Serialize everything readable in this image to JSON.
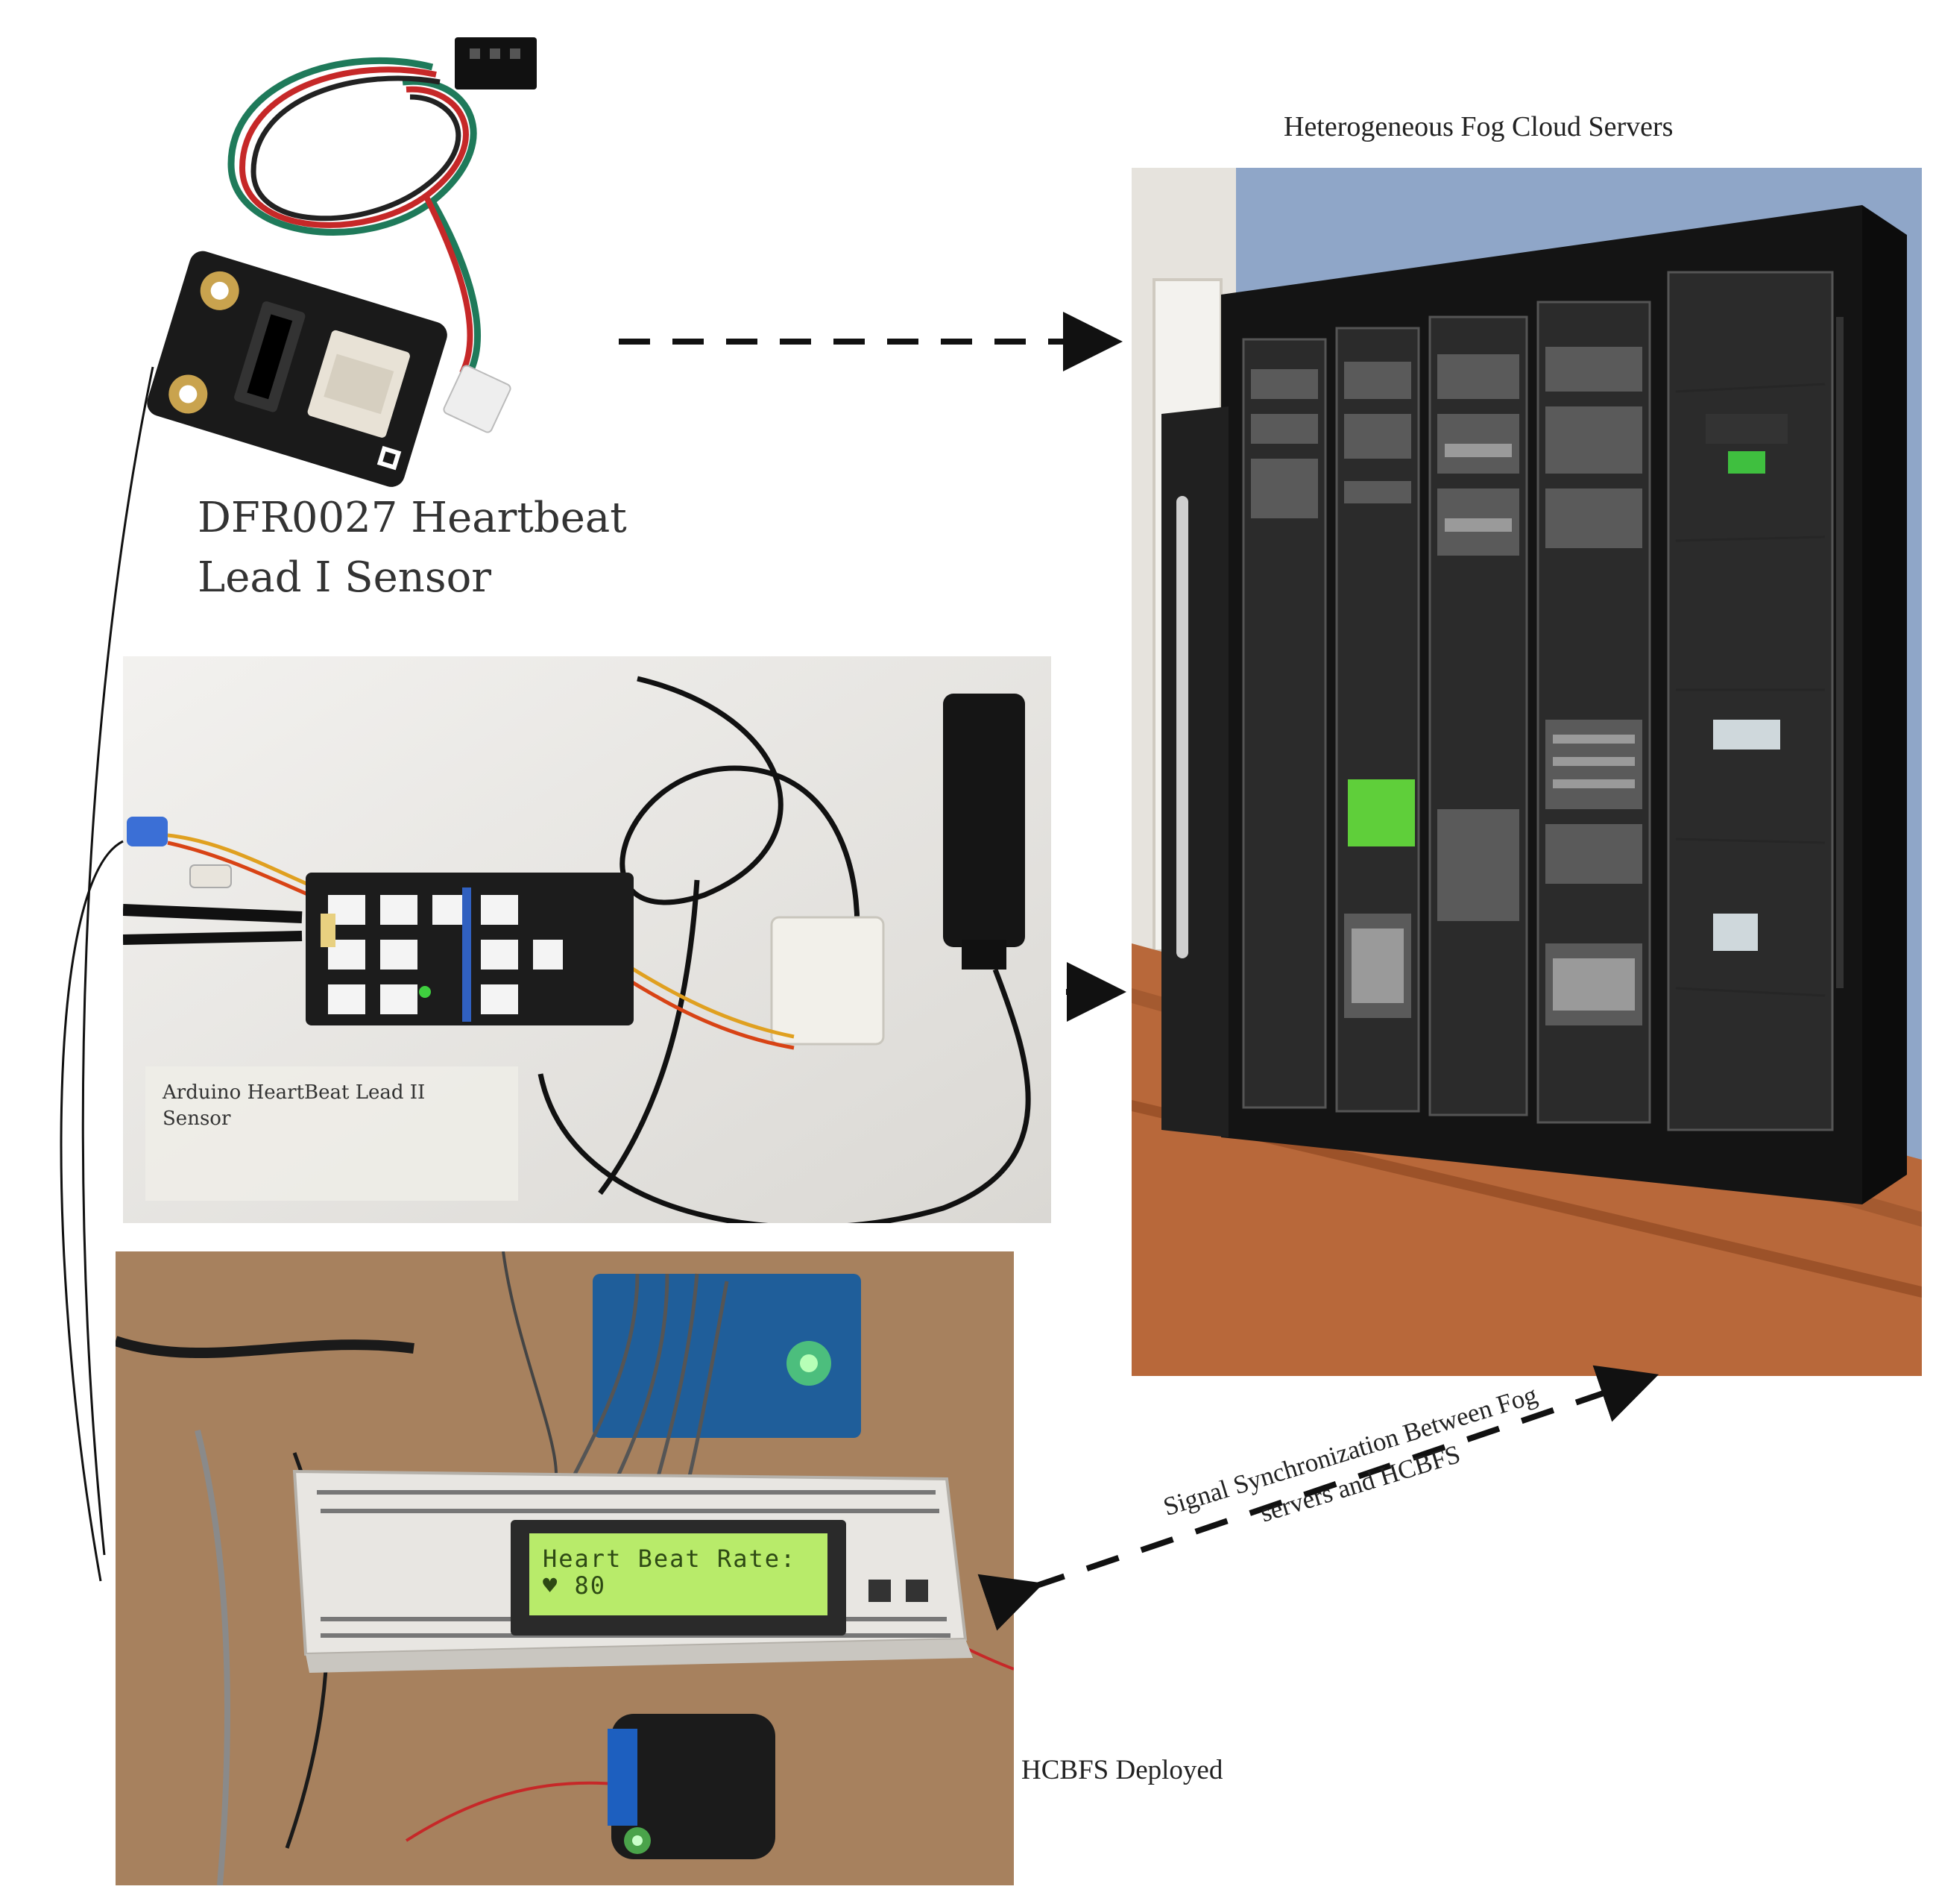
{
  "labels": {
    "fog_servers": "Heterogeneous Fog Cloud Servers",
    "sensor1_line1": "DFR0027 Heartbeat",
    "sensor1_line2": "Lead I Sensor",
    "sensor2_line1": "Arduino HeartBeat Lead II",
    "sensor2_line2": "Sensor",
    "sync_line1": "Signal Synchronization Between Fog",
    "sync_line2": "servers and HCBFS",
    "deployed": "HCBFS Deployed"
  },
  "lcd": {
    "line1": "Heart Beat Rate:",
    "line2": "♥ 80"
  },
  "colors": {
    "background": "#ffffff",
    "lcd_green": "#a8e05a",
    "wall_blue": "#8fa6c8",
    "floor_wood": "#b8683a",
    "rack_black": "#141414",
    "table_wood": "#b08a66"
  }
}
